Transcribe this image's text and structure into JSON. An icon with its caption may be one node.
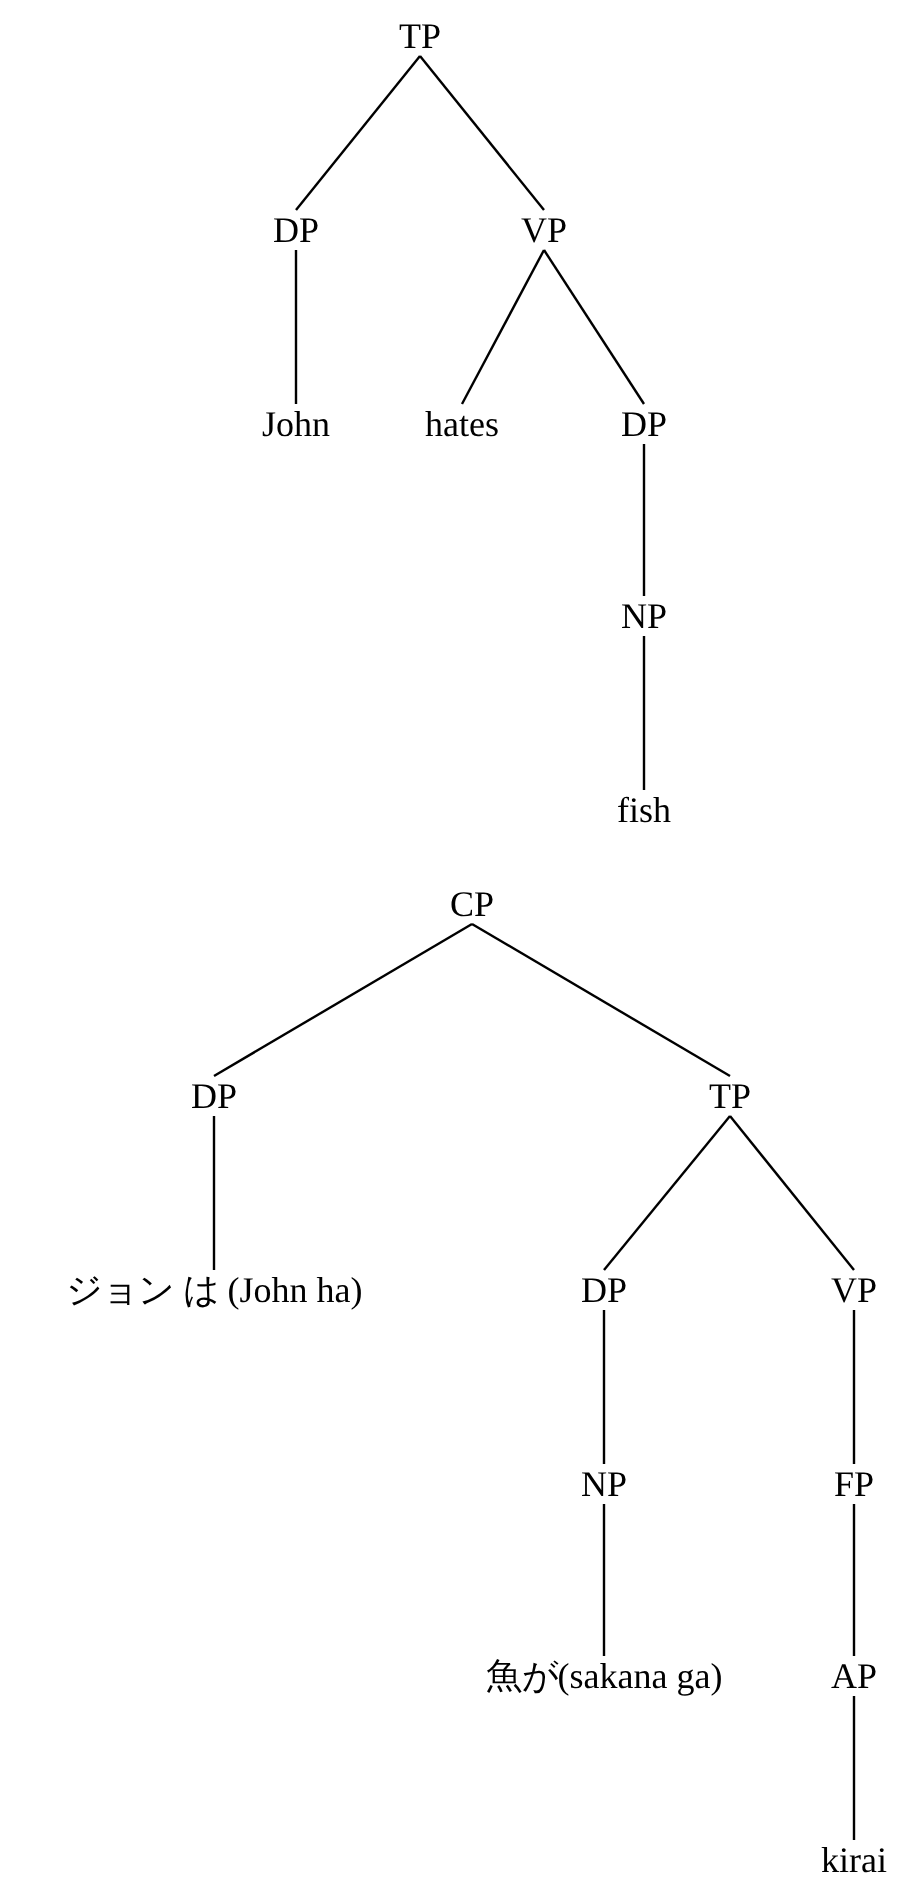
{
  "diagram": {
    "nodes": [
      {
        "text": [
          "TP"
        ]
      },
      {
        "text": [
          "DP"
        ]
      },
      {
        "text": [
          "VP"
        ]
      },
      {
        "text": [
          "John"
        ]
      },
      {
        "text": [
          "hates"
        ]
      },
      {
        "text": [
          "DP"
        ]
      },
      {
        "text": [
          "NP"
        ]
      },
      {
        "text": [
          "fish"
        ]
      },
      {
        "text": [
          "CP"
        ]
      },
      {
        "text": [
          "DP"
        ]
      },
      {
        "text": [
          "TP"
        ]
      },
      {
        "text": [
          "ジョン は (John ha)"
        ]
      },
      {
        "text": [
          "DP"
        ]
      },
      {
        "text": [
          "VP"
        ]
      },
      {
        "text": [
          "NP"
        ]
      },
      {
        "text": [
          "FP"
        ]
      },
      {
        "text": [
          "魚が(sakana ga)"
        ]
      },
      {
        "text": [
          "AP"
        ]
      },
      {
        "text": [
          "kirai"
        ]
      }
    ],
    "edges": [
      {
        "from": 0,
        "to": 1,
        "arrow": "none"
      },
      {
        "from": 0,
        "to": 2,
        "arrow": "none"
      },
      {
        "from": 1,
        "to": 3,
        "arrow": "none"
      },
      {
        "from": 2,
        "to": 4,
        "arrow": "none"
      },
      {
        "from": 2,
        "to": 5,
        "arrow": "none"
      },
      {
        "from": 5,
        "to": 6,
        "arrow": "none"
      },
      {
        "from": 6,
        "to": 7,
        "arrow": "none"
      },
      {
        "from": 8,
        "to": 9,
        "arrow": "none"
      },
      {
        "from": 8,
        "to": 10,
        "arrow": "none"
      },
      {
        "from": 9,
        "to": 11,
        "arrow": "none"
      },
      {
        "from": 10,
        "to": 12,
        "arrow": "none"
      },
      {
        "from": 10,
        "to": 13,
        "arrow": "none"
      },
      {
        "from": 12,
        "to": 14,
        "arrow": "none"
      },
      {
        "from": 13,
        "to": 15,
        "arrow": "none"
      },
      {
        "from": 14,
        "to": 16,
        "arrow": "none"
      },
      {
        "from": 15,
        "to": 17,
        "arrow": "none"
      },
      {
        "from": 17,
        "to": 18,
        "arrow": "none"
      }
    ]
  }
}
